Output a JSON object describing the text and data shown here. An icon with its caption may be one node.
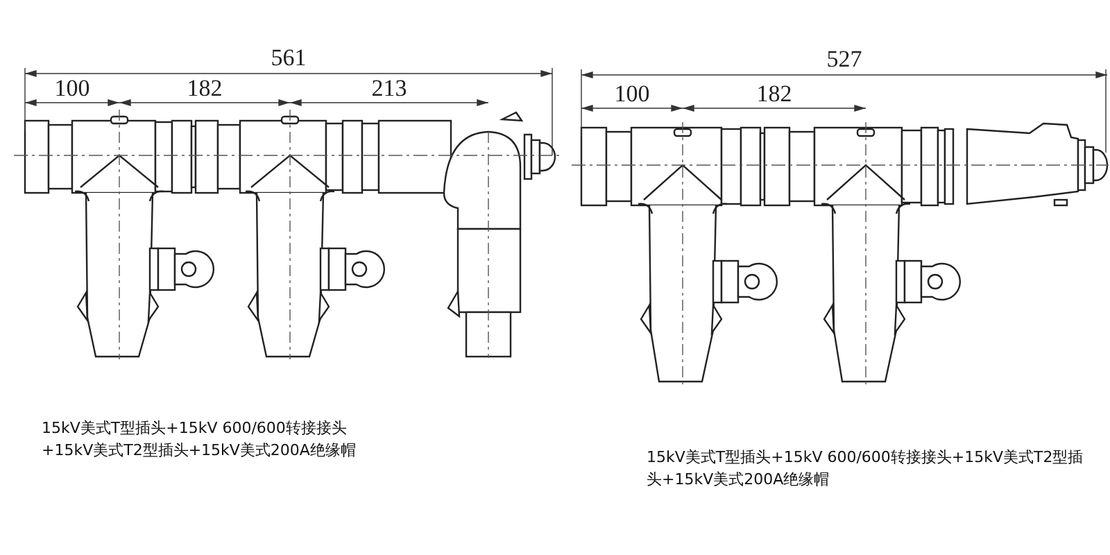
{
  "diagram": {
    "labels": [
      "561",
      "100",
      "182",
      "213",
      "527",
      "100",
      "182",
      "15kV美式T型插头+15kV 600/600转接接头+15kV美式T2型插头+15kV美式200A绝缘帽",
      "15kV美式T型插头+15kV 600/600转接接头+15kV美式T2型插头+15kV美式200A绝缘帽"
    ]
  }
}
